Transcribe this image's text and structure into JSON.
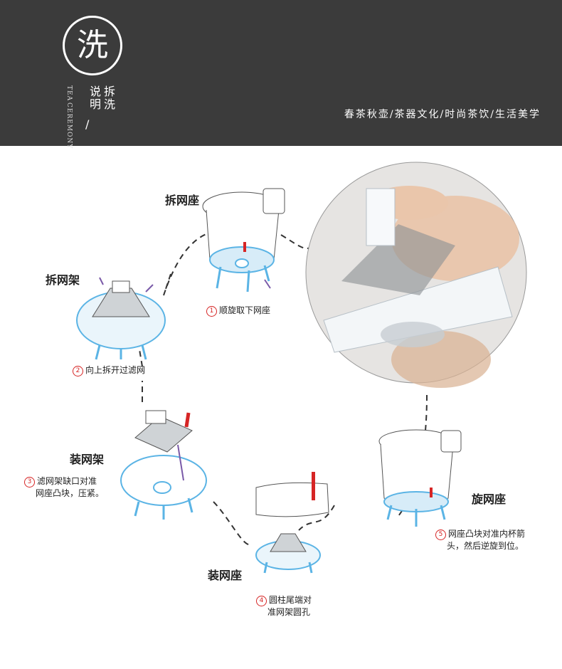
{
  "header": {
    "seal_char": "洗",
    "vertical_en_1": "TEA",
    "vertical_en_2": "CEREMONY",
    "cn_col_1": "拆洗",
    "cn_col_2": "说明",
    "slash": "/",
    "tagline": "春茶秋壶/茶器文化/时尚茶饮/生活美学"
  },
  "labels": {
    "remove_seat": "拆网座",
    "remove_frame": "拆网架",
    "install_frame": "装网架",
    "install_seat": "装网座",
    "rotate_seat": "旋网座"
  },
  "steps": [
    {
      "num": "1",
      "text": "顺旋取下网座"
    },
    {
      "num": "2",
      "text": "向上拆开过滤网"
    },
    {
      "num": "3",
      "text_line1": "滤网架缺口对准",
      "text_line2": "网座凸块，压紧。"
    },
    {
      "num": "4",
      "text_line1": "圆柱尾端对",
      "text_line2": "准网架圆孔"
    },
    {
      "num": "5",
      "text_line1": "网座凸块对准内杯箭",
      "text_line2": "头，然后逆旋到位。"
    }
  ],
  "colors": {
    "header_bg": "#3b3b3b",
    "accent_red": "#d62525",
    "part_blue": "#5bb4e5"
  }
}
